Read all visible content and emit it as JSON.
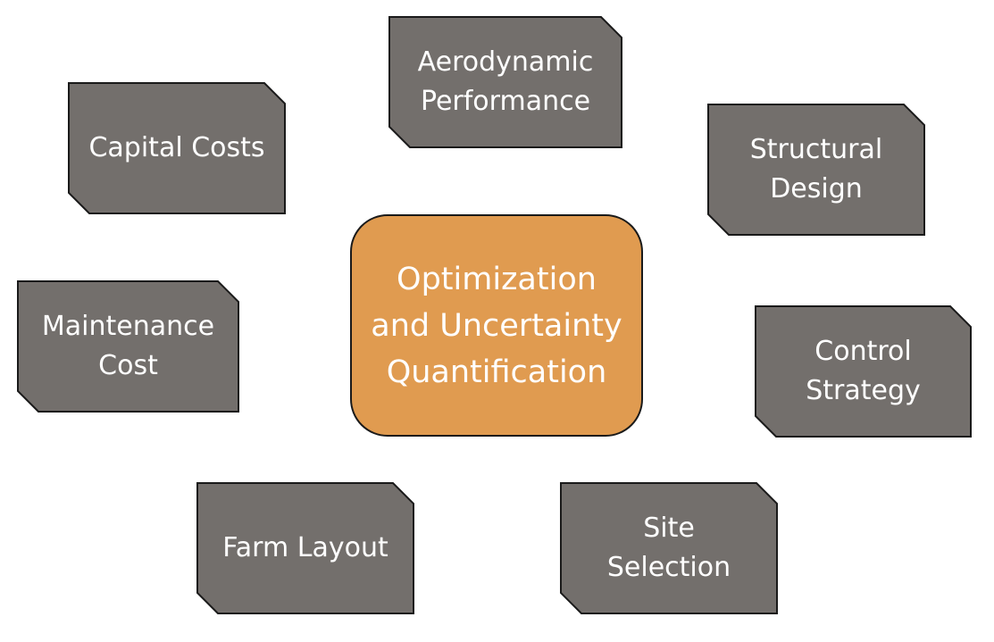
{
  "center": {
    "label": "Optimization\nand Uncertainty\nQuantification",
    "fill": "#e09b50"
  },
  "nodes": {
    "aerodynamic": "Aerodynamic\nPerformance",
    "capital": "Capital Costs",
    "structural": "Structural\nDesign",
    "maintenance": "Maintenance\nCost",
    "control": "Control\nStrategy",
    "farm": "Farm Layout",
    "site": "Site\nSelection"
  },
  "colors": {
    "node_fill": "#736f6c",
    "node_stroke": "#1a1a1a",
    "text": "#ffffff"
  }
}
